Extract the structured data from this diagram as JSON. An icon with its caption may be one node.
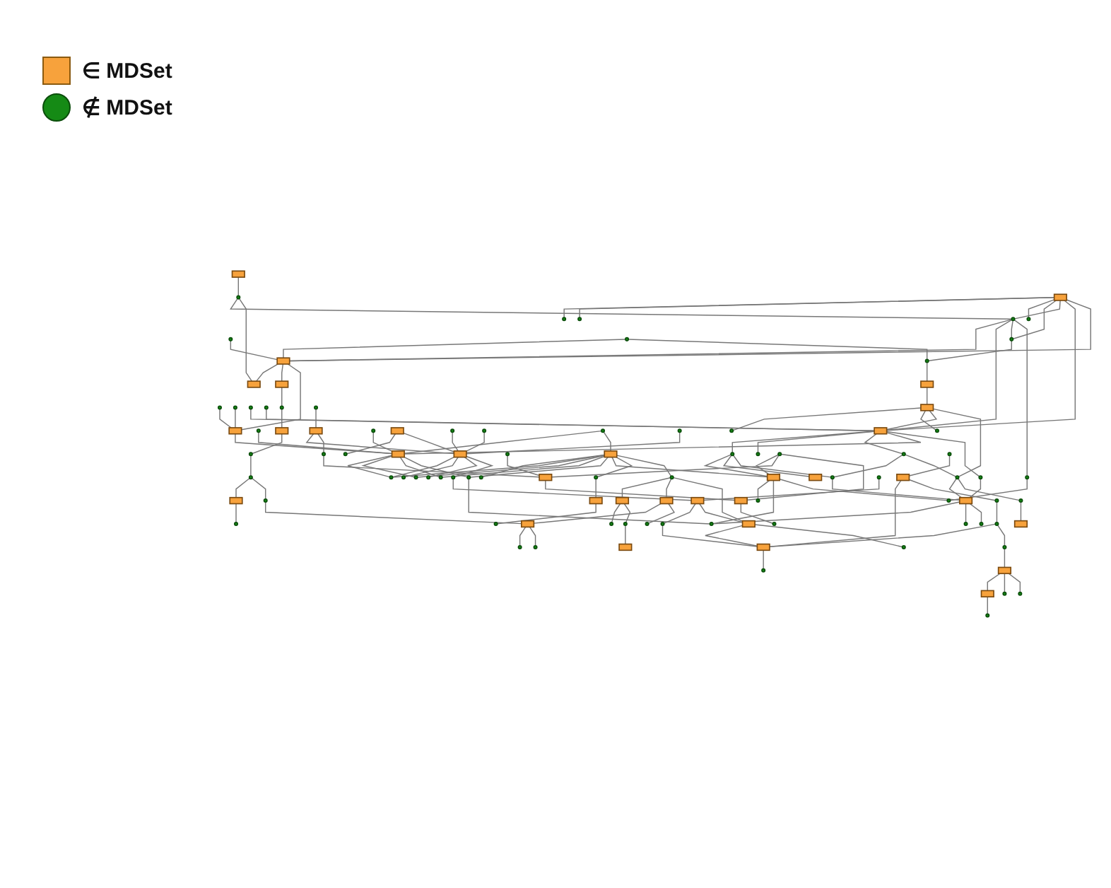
{
  "diagram": {
    "nodes": [
      {
        "text": [],
        "shape": "box"
      },
      {
        "text": [],
        "shape": "circle"
      },
      {
        "text": [],
        "shape": "circle"
      },
      {
        "text": [],
        "shape": "circle"
      },
      {
        "text": [],
        "shape": "circle"
      },
      {
        "text": [],
        "shape": "box"
      },
      {
        "text": [],
        "shape": "box"
      },
      {
        "text": [],
        "shape": "circle"
      },
      {
        "text": [],
        "shape": "circle"
      },
      {
        "text": [],
        "shape": "circle"
      },
      {
        "text": [],
        "shape": "box"
      },
      {
        "text": [],
        "shape": "circle"
      },
      {
        "text": [],
        "shape": "circle"
      },
      {
        "text": [],
        "shape": "circle"
      },
      {
        "text": [],
        "shape": "circle"
      },
      {
        "text": [],
        "shape": "box"
      },
      {
        "text": [],
        "shape": "circle"
      },
      {
        "text": [],
        "shape": "box"
      },
      {
        "text": [],
        "shape": "circle"
      },
      {
        "text": [],
        "shape": "circle"
      },
      {
        "text": [],
        "shape": "box"
      },
      {
        "text": [],
        "shape": "circle"
      },
      {
        "text": [],
        "shape": "circle"
      },
      {
        "text": [],
        "shape": "box"
      },
      {
        "text": [],
        "shape": "circle"
      },
      {
        "text": [],
        "shape": "box"
      },
      {
        "text": [],
        "shape": "box"
      },
      {
        "text": [],
        "shape": "circle"
      },
      {
        "text": [],
        "shape": "circle"
      },
      {
        "text": [],
        "shape": "circle"
      },
      {
        "text": [],
        "shape": "box"
      },
      {
        "text": [],
        "shape": "circle"
      },
      {
        "text": [],
        "shape": "circle"
      },
      {
        "text": [],
        "shape": "circle"
      },
      {
        "text": [],
        "shape": "circle"
      },
      {
        "text": [],
        "shape": "circle"
      },
      {
        "text": [],
        "shape": "circle"
      },
      {
        "text": [],
        "shape": "circle"
      },
      {
        "text": [],
        "shape": "box"
      },
      {
        "text": [],
        "shape": "box"
      },
      {
        "text": [],
        "shape": "circle"
      },
      {
        "text": [],
        "shape": "circle"
      },
      {
        "text": [],
        "shape": "circle"
      },
      {
        "text": [],
        "shape": "circle"
      },
      {
        "text": [],
        "shape": "circle"
      },
      {
        "text": [],
        "shape": "circle"
      },
      {
        "text": [],
        "shape": "circle"
      },
      {
        "text": [],
        "shape": "circle"
      },
      {
        "text": [],
        "shape": "circle"
      },
      {
        "text": [],
        "shape": "circle"
      },
      {
        "text": [],
        "shape": "box"
      },
      {
        "text": [],
        "shape": "circle"
      },
      {
        "text": [],
        "shape": "circle"
      },
      {
        "text": [],
        "shape": "circle"
      },
      {
        "text": [],
        "shape": "circle"
      },
      {
        "text": [],
        "shape": "box"
      },
      {
        "text": [],
        "shape": "circle"
      },
      {
        "text": [],
        "shape": "box"
      },
      {
        "text": [],
        "shape": "box"
      },
      {
        "text": [],
        "shape": "circle"
      },
      {
        "text": [],
        "shape": "box"
      },
      {
        "text": [],
        "shape": "circle"
      },
      {
        "text": [],
        "shape": "box"
      },
      {
        "text": [],
        "shape": "box"
      },
      {
        "text": [],
        "shape": "circle"
      },
      {
        "text": [],
        "shape": "box"
      },
      {
        "text": [],
        "shape": "circle"
      },
      {
        "text": [],
        "shape": "circle"
      },
      {
        "text": [],
        "shape": "circle"
      },
      {
        "text": [],
        "shape": "circle"
      },
      {
        "text": [],
        "shape": "box"
      },
      {
        "text": [],
        "shape": "circle"
      },
      {
        "text": [],
        "shape": "circle"
      },
      {
        "text": [],
        "shape": "circle"
      },
      {
        "text": [],
        "shape": "box"
      },
      {
        "text": [],
        "shape": "circle"
      },
      {
        "text": [],
        "shape": "circle"
      },
      {
        "text": [],
        "shape": "circle"
      },
      {
        "text": [],
        "shape": "circle"
      },
      {
        "text": [],
        "shape": "box"
      },
      {
        "text": [],
        "shape": "circle"
      },
      {
        "text": [],
        "shape": "circle"
      },
      {
        "text": [],
        "shape": "circle"
      },
      {
        "text": [],
        "shape": "box"
      },
      {
        "text": [],
        "shape": "circle"
      },
      {
        "text": [],
        "shape": "box"
      },
      {
        "text": [],
        "shape": "box"
      },
      {
        "text": [],
        "shape": "box"
      },
      {
        "text": [],
        "shape": "box"
      },
      {
        "text": [],
        "shape": "box"
      },
      {
        "text": [],
        "shape": "circle"
      },
      {
        "text": [],
        "shape": "circle"
      },
      {
        "text": [],
        "shape": "circle"
      },
      {
        "text": [],
        "shape": "circle"
      },
      {
        "text": [],
        "shape": "circle"
      },
      {
        "text": [],
        "shape": "circle"
      },
      {
        "text": [],
        "shape": "circle"
      },
      {
        "text": [],
        "shape": "circle"
      },
      {
        "text": [],
        "shape": "box"
      },
      {
        "text": [],
        "shape": "circle"
      },
      {
        "text": [],
        "shape": "box"
      },
      {
        "text": [],
        "shape": "box"
      },
      {
        "text": [],
        "shape": "circle"
      },
      {
        "text": [],
        "shape": "circle"
      },
      {
        "text": [],
        "shape": "circle"
      }
    ],
    "edges": [
      {
        "from": 0,
        "to": 4,
        "arrow": "none"
      },
      {
        "from": 4,
        "to": 13,
        "arrow": "none"
      },
      {
        "from": 4,
        "to": 6,
        "arrow": "none"
      },
      {
        "from": 5,
        "to": 1,
        "arrow": "none"
      },
      {
        "from": 5,
        "to": 2,
        "arrow": "none"
      },
      {
        "from": 5,
        "to": 3,
        "arrow": "none"
      },
      {
        "from": 5,
        "to": 8,
        "arrow": "none"
      },
      {
        "from": 5,
        "to": 13,
        "arrow": "none"
      },
      {
        "from": 5,
        "to": 23,
        "arrow": "none"
      },
      {
        "from": 5,
        "to": 10,
        "arrow": "none"
      },
      {
        "from": 8,
        "to": 9,
        "arrow": "none"
      },
      {
        "from": 9,
        "to": 15,
        "arrow": "none"
      },
      {
        "from": 15,
        "to": 25,
        "arrow": "none"
      },
      {
        "from": 25,
        "to": 22,
        "arrow": "none"
      },
      {
        "from": 25,
        "to": 33,
        "arrow": "none"
      },
      {
        "from": 25,
        "to": 23,
        "arrow": "none"
      },
      {
        "from": 25,
        "to": 45,
        "arrow": "none"
      },
      {
        "from": 11,
        "to": 10,
        "arrow": "none"
      },
      {
        "from": 11,
        "to": 9,
        "arrow": "none"
      },
      {
        "from": 13,
        "to": 10,
        "arrow": "none"
      },
      {
        "from": 13,
        "to": 23,
        "arrow": "none"
      },
      {
        "from": 13,
        "to": 8,
        "arrow": "none"
      },
      {
        "from": 13,
        "to": 36,
        "arrow": "none"
      },
      {
        "from": 23,
        "to": 47,
        "arrow": "none"
      },
      {
        "from": 16,
        "to": 23,
        "arrow": "none"
      },
      {
        "from": 19,
        "to": 23,
        "arrow": "none"
      },
      {
        "from": 23,
        "to": 31,
        "arrow": "none"
      },
      {
        "from": 23,
        "to": 35,
        "arrow": "none"
      },
      {
        "from": 23,
        "to": 30,
        "arrow": "none"
      },
      {
        "from": 35,
        "to": 53,
        "arrow": "none"
      },
      {
        "from": 35,
        "to": 45,
        "arrow": "none"
      },
      {
        "from": 7,
        "to": 10,
        "arrow": "none"
      },
      {
        "from": 10,
        "to": 6,
        "arrow": "none"
      },
      {
        "from": 10,
        "to": 17,
        "arrow": "none"
      },
      {
        "from": 10,
        "to": 20,
        "arrow": "none"
      },
      {
        "from": 12,
        "to": 20,
        "arrow": "none"
      },
      {
        "from": 14,
        "to": 20,
        "arrow": "none"
      },
      {
        "from": 20,
        "to": 30,
        "arrow": "none"
      },
      {
        "from": 21,
        "to": 30,
        "arrow": "none"
      },
      {
        "from": 24,
        "to": 30,
        "arrow": "none"
      },
      {
        "from": 29,
        "to": 30,
        "arrow": "none"
      },
      {
        "from": 30,
        "to": 40,
        "arrow": "none"
      },
      {
        "from": 30,
        "to": 41,
        "arrow": "none"
      },
      {
        "from": 30,
        "to": 44,
        "arrow": "none"
      },
      {
        "from": 30,
        "to": 48,
        "arrow": "none"
      },
      {
        "from": 29,
        "to": 55,
        "arrow": "none"
      },
      {
        "from": 17,
        "to": 34,
        "arrow": "none"
      },
      {
        "from": 36,
        "to": 46,
        "arrow": "none"
      },
      {
        "from": 23,
        "to": 49,
        "arrow": "none"
      },
      {
        "from": 34,
        "to": 60,
        "arrow": "none"
      },
      {
        "from": 48,
        "to": 66,
        "arrow": "none"
      },
      {
        "from": 47,
        "to": 62,
        "arrow": "none"
      },
      {
        "from": 47,
        "to": 58,
        "arrow": "none"
      },
      {
        "from": 47,
        "to": 53,
        "arrow": "none"
      },
      {
        "from": 53,
        "to": 63,
        "arrow": "none"
      },
      {
        "from": 49,
        "to": 63,
        "arrow": "none"
      },
      {
        "from": 45,
        "to": 63,
        "arrow": "none"
      },
      {
        "from": 45,
        "to": 51,
        "arrow": "none"
      },
      {
        "from": 51,
        "to": 50,
        "arrow": "none"
      },
      {
        "from": 63,
        "to": 66,
        "arrow": "none"
      },
      {
        "from": 63,
        "to": 73,
        "arrow": "none"
      },
      {
        "from": 63,
        "to": 68,
        "arrow": "none"
      },
      {
        "from": 60,
        "to": 67,
        "arrow": "none"
      },
      {
        "from": 67,
        "to": 76,
        "arrow": "none"
      },
      {
        "from": 76,
        "to": 79,
        "arrow": "none"
      },
      {
        "from": 79,
        "to": 80,
        "arrow": "none"
      },
      {
        "from": 76,
        "to": 84,
        "arrow": "none"
      },
      {
        "from": 84,
        "to": 88,
        "arrow": "none"
      },
      {
        "from": 88,
        "to": 77,
        "arrow": "none"
      },
      {
        "from": 88,
        "to": 94,
        "arrow": "none"
      },
      {
        "from": 87,
        "to": 88,
        "arrow": "none"
      },
      {
        "from": 55,
        "to": 52,
        "arrow": "none"
      },
      {
        "from": 55,
        "to": 40,
        "arrow": "none"
      },
      {
        "from": 55,
        "to": 41,
        "arrow": "none"
      },
      {
        "from": 55,
        "to": 44,
        "arrow": "none"
      },
      {
        "from": 55,
        "to": 48,
        "arrow": "none"
      },
      {
        "from": 55,
        "to": 62,
        "arrow": "none"
      },
      {
        "from": 55,
        "to": 64,
        "arrow": "none"
      },
      {
        "from": 55,
        "to": 78,
        "arrow": "none"
      },
      {
        "from": 59,
        "to": 62,
        "arrow": "none"
      },
      {
        "from": 59,
        "to": 57,
        "arrow": "none"
      },
      {
        "from": 59,
        "to": 65,
        "arrow": "none"
      },
      {
        "from": 64,
        "to": 70,
        "arrow": "none"
      },
      {
        "from": 70,
        "to": 75,
        "arrow": "none"
      },
      {
        "from": 62,
        "to": 69,
        "arrow": "none"
      },
      {
        "from": 62,
        "to": 66,
        "arrow": "none"
      },
      {
        "from": 62,
        "to": 46,
        "arrow": "none"
      },
      {
        "from": 78,
        "to": 86,
        "arrow": "none"
      },
      {
        "from": 78,
        "to": 87,
        "arrow": "none"
      },
      {
        "from": 78,
        "to": 83,
        "arrow": "none"
      },
      {
        "from": 86,
        "to": 91,
        "arrow": "none"
      },
      {
        "from": 86,
        "to": 92,
        "arrow": "none"
      },
      {
        "from": 92,
        "to": 98,
        "arrow": "none"
      },
      {
        "from": 87,
        "to": 95,
        "arrow": "none"
      },
      {
        "from": 26,
        "to": 18,
        "arrow": "none"
      },
      {
        "from": 26,
        "to": 39,
        "arrow": "none"
      },
      {
        "from": 27,
        "to": 39,
        "arrow": "none"
      },
      {
        "from": 28,
        "to": 39,
        "arrow": "none"
      },
      {
        "from": 32,
        "to": 39,
        "arrow": "none"
      },
      {
        "from": 37,
        "to": 38,
        "arrow": "none"
      },
      {
        "from": 38,
        "to": 39,
        "arrow": "none"
      },
      {
        "from": 39,
        "to": 40,
        "arrow": "none"
      },
      {
        "from": 39,
        "to": 42,
        "arrow": "none"
      },
      {
        "from": 39,
        "to": 54,
        "arrow": "none"
      },
      {
        "from": 38,
        "to": 56,
        "arrow": "none"
      },
      {
        "from": 39,
        "to": 61,
        "arrow": "none"
      },
      {
        "from": 61,
        "to": 74,
        "arrow": "none"
      },
      {
        "from": 43,
        "to": 57,
        "arrow": "none"
      },
      {
        "from": 56,
        "to": 57,
        "arrow": "none"
      },
      {
        "from": 57,
        "to": 65,
        "arrow": "none"
      },
      {
        "from": 65,
        "to": 72,
        "arrow": "none"
      },
      {
        "from": 71,
        "to": 74,
        "arrow": "none"
      },
      {
        "from": 74,
        "to": 81,
        "arrow": "none"
      },
      {
        "from": 74,
        "to": 83,
        "arrow": "none"
      },
      {
        "from": 83,
        "to": 89,
        "arrow": "none"
      },
      {
        "from": 83,
        "to": 93,
        "arrow": "none"
      },
      {
        "from": 82,
        "to": 85,
        "arrow": "none"
      },
      {
        "from": 81,
        "to": 89,
        "arrow": "none"
      },
      {
        "from": 85,
        "to": 89,
        "arrow": "none"
      },
      {
        "from": 85,
        "to": 90,
        "arrow": "none"
      },
      {
        "from": 90,
        "to": 96,
        "arrow": "none"
      },
      {
        "from": 96,
        "to": 89,
        "arrow": "none"
      },
      {
        "from": 89,
        "to": 97,
        "arrow": "none"
      },
      {
        "from": 96,
        "to": 99,
        "arrow": "none"
      },
      {
        "from": 99,
        "to": 100,
        "arrow": "none"
      },
      {
        "from": 100,
        "to": 101,
        "arrow": "none"
      },
      {
        "from": 101,
        "to": 103,
        "arrow": "none"
      },
      {
        "from": 100,
        "to": 104,
        "arrow": "none"
      },
      {
        "from": 100,
        "to": 102,
        "arrow": "none"
      }
    ],
    "legend": [
      {
        "text": "∈ MDSet",
        "color": "#f7a23c"
      },
      {
        "text": "∉ MDSet",
        "color": "#158a15"
      }
    ]
  }
}
